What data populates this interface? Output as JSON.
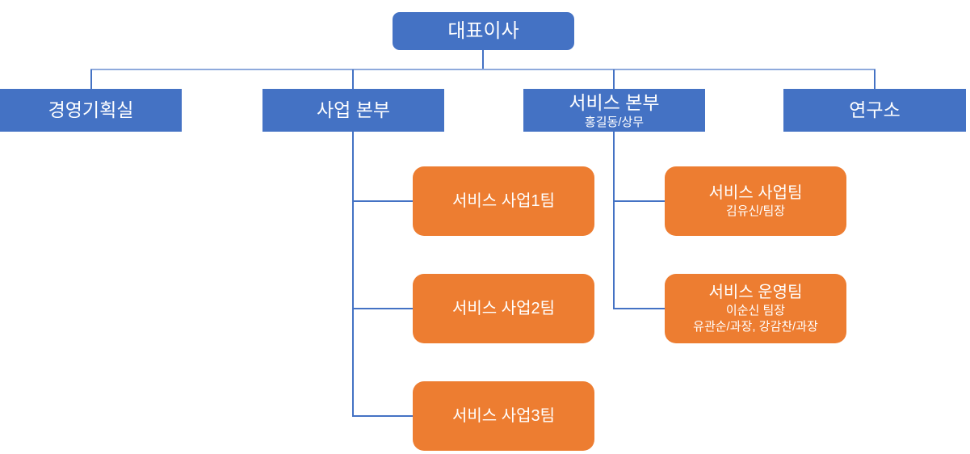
{
  "colors": {
    "node_blue": "#4472C4",
    "node_orange": "#ED7D31",
    "connector": "#4472C4",
    "connector_light": "#8FAADC",
    "node_text": "#FFFFFF"
  },
  "org_chart": {
    "ceo": {
      "title": "대표이사"
    },
    "divisions": [
      {
        "title": "경영기획실",
        "subtitle": ""
      },
      {
        "title": "사업 본부",
        "subtitle": ""
      },
      {
        "title": "서비스 본부",
        "subtitle": "홍길동/상무"
      },
      {
        "title": "연구소",
        "subtitle": ""
      }
    ],
    "business_teams": [
      {
        "title": "서비스 사업1팀"
      },
      {
        "title": "서비스 사업2팀"
      },
      {
        "title": "서비스 사업3팀"
      }
    ],
    "service_teams": [
      {
        "title": "서비스 사업팀",
        "line2": "김유신/팀장",
        "line3": ""
      },
      {
        "title": "서비스 운영팀",
        "line2": "이순신 팀장",
        "line3": "유관순/과장, 강감찬/과장"
      }
    ]
  }
}
